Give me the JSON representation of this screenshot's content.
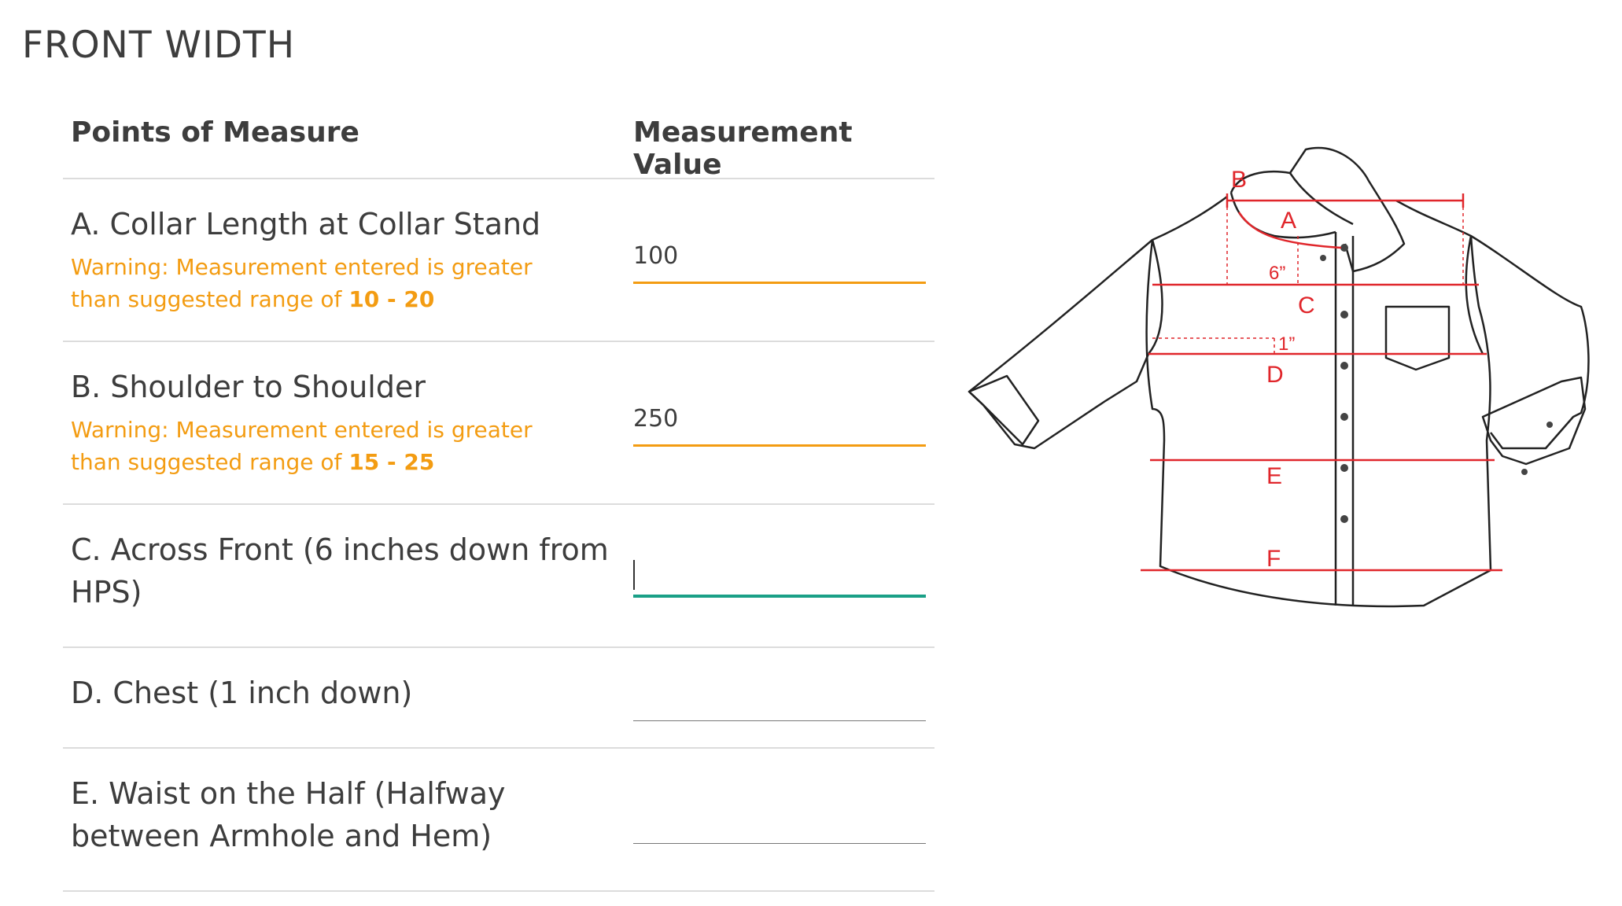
{
  "section": {
    "title": "FRONT WIDTH"
  },
  "table": {
    "col_points": "Points of Measure",
    "col_value": "Measurement Value",
    "rows": [
      {
        "label": "A. Collar Length at Collar Stand",
        "value": "100",
        "warning_prefix": "Warning: Measurement entered is greater than suggested range of",
        "warning_range": "10 - 20"
      },
      {
        "label": "B. Shoulder to Shoulder",
        "value": "250",
        "warning_prefix": "Warning: Measurement entered is greater than suggested range of",
        "warning_range": "15 - 25"
      },
      {
        "label": "C. Across Front (6 inches down from HPS)",
        "value": ""
      },
      {
        "label": "D. Chest (1 inch down)",
        "value": ""
      },
      {
        "label": "E. Waist on the Half (Halfway between Armhole and Hem)",
        "value": ""
      }
    ]
  },
  "diagram": {
    "labels": {
      "a": "A",
      "b": "B",
      "c": "C",
      "d": "D",
      "e": "E",
      "f": "F",
      "six_inch": "6”",
      "one_inch": "1”"
    }
  },
  "colors": {
    "warning": "#f39c12",
    "active": "#1aa087",
    "measure_line": "#e0262b"
  }
}
